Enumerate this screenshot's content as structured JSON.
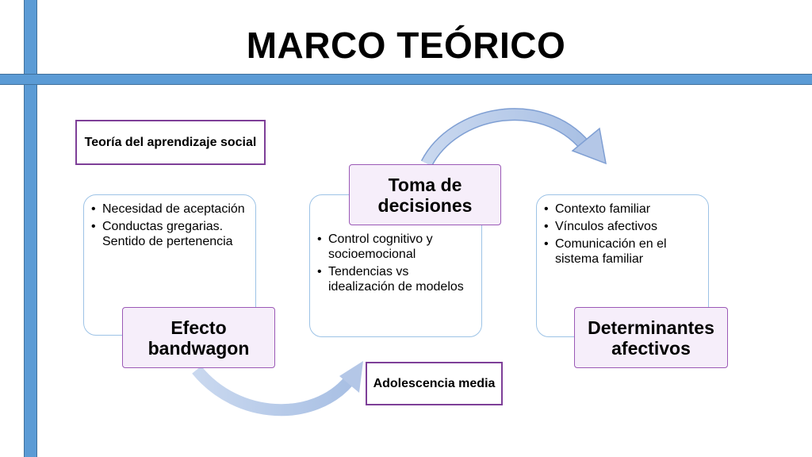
{
  "title": "MARCO TEÓRICO",
  "theory_label": "Teoría del aprendizaje social",
  "adolescence_label": "Adolescencia media",
  "left": {
    "label": "Efecto bandwagon",
    "items": [
      "Necesidad de aceptación",
      "Conductas gregarias. Sentido de pertenencia"
    ]
  },
  "middle": {
    "label": "Toma de decisiones",
    "items": [
      "Control cognitivo y socioemocional",
      "Tendencias vs idealización de modelos"
    ]
  },
  "right": {
    "label": "Determinantes afectivos",
    "items": [
      "Contexto familiar",
      "Vínculos afectivos",
      "Comunicación en el sistema familiar"
    ]
  },
  "colors": {
    "bar": "#5b9bd5",
    "panel_border": "#9dc3e6",
    "tag_border": "#9b59b6",
    "arrow": "#b4c7e7"
  }
}
